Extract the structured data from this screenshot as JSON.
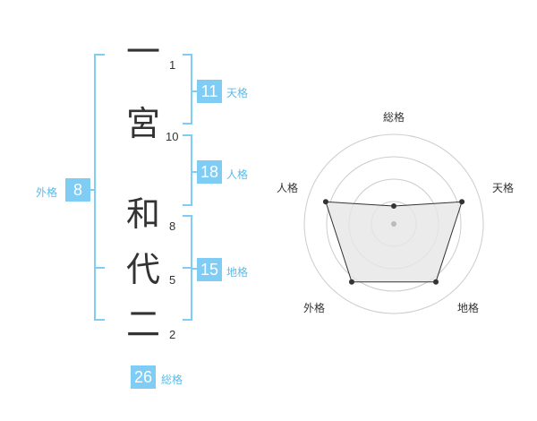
{
  "name": {
    "chars": [
      "一",
      "宮",
      "和",
      "代",
      "二"
    ],
    "strokes": [
      "1",
      "10",
      "8",
      "5",
      "2"
    ]
  },
  "fortune": {
    "tenkaku": {
      "value": "11",
      "label": "天格"
    },
    "jinkaku": {
      "value": "18",
      "label": "人格"
    },
    "chikaku": {
      "value": "15",
      "label": "地格"
    },
    "gaikaku": {
      "value": "8",
      "label": "外格"
    },
    "soukaku": {
      "value": "26",
      "label": "総格"
    }
  },
  "radar": {
    "axes": [
      "総格",
      "天格",
      "地格",
      "外格",
      "人格"
    ],
    "levels": 4,
    "max": 5,
    "values": [
      1,
      4,
      4,
      4,
      4
    ],
    "colors": {
      "ring": "#cccccc",
      "fill": "#e6e6e6",
      "line": "#333333",
      "center": "#bbbbbb"
    }
  },
  "colors": {
    "accent": "#7fccf5",
    "text": "#333333"
  }
}
